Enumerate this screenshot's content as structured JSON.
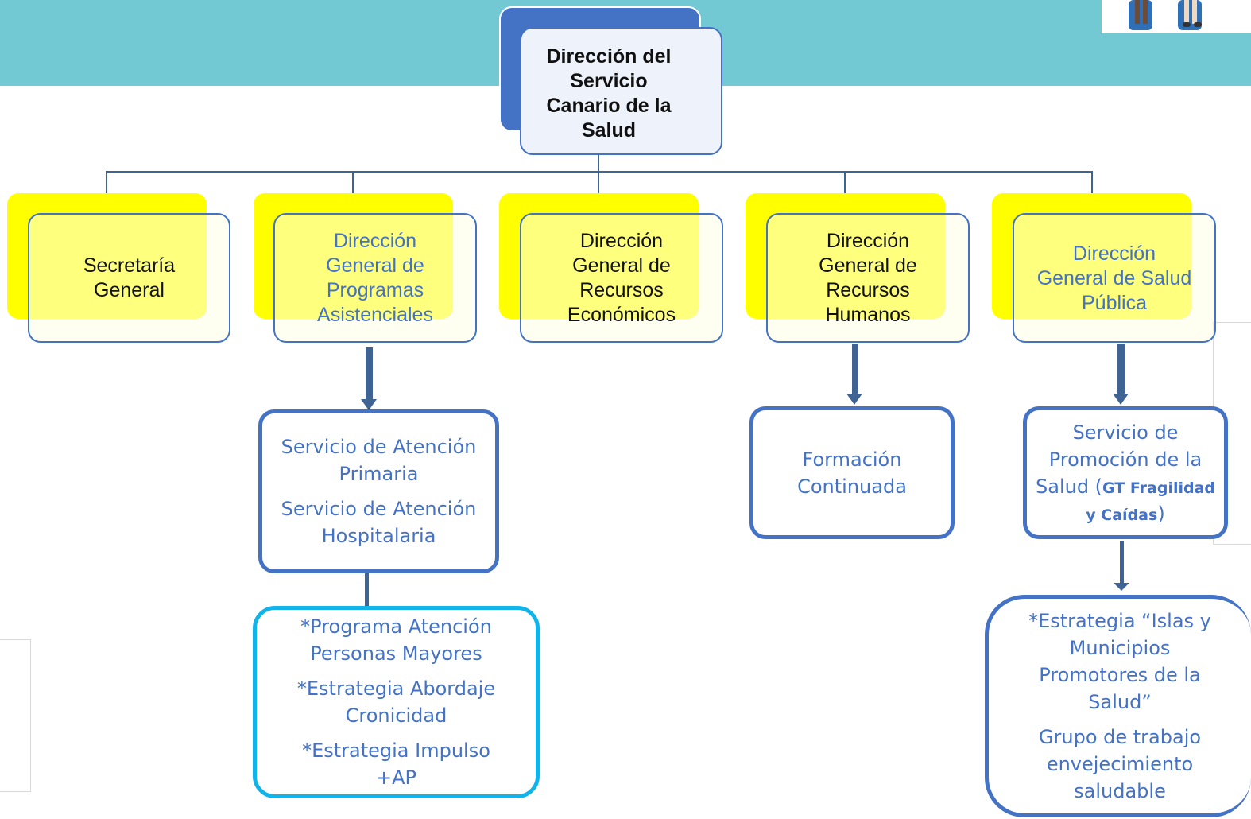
{
  "top": {
    "line1": "Dirección del",
    "line2": "Servicio",
    "line3": "Canario de la",
    "line4": "Salud"
  },
  "level1": [
    {
      "lines": [
        "Secretaría",
        "General"
      ]
    },
    {
      "lines": [
        "Dirección",
        "General de",
        "Programas",
        "Asistenciales"
      ]
    },
    {
      "lines": [
        "Dirección",
        "General de",
        "Recursos",
        "Económicos"
      ]
    },
    {
      "lines": [
        "Dirección",
        "General de",
        "Recursos",
        "Humanos"
      ]
    },
    {
      "lines": [
        "Dirección",
        "General de Salud",
        "Pública"
      ]
    }
  ],
  "servicios_asistenciales": {
    "item1": "Servicio de Atención Primaria",
    "item2": "Servicio de Atención Hospitalaria"
  },
  "programas": {
    "item1": "*Programa Atención Personas Mayores",
    "item2": "*Estrategia Abordaje Cronicidad",
    "item3": "*Estrategia Impulso +AP"
  },
  "formacion": {
    "text": "Formación Continuada"
  },
  "promocion": {
    "prefix": "Servicio de Promoción de la Salud (",
    "bold": "GT Fragilidad y Caídas",
    "suffix": ")"
  },
  "estrategias_salud_publica": {
    "item1": "*Estrategia “Islas y Municipios Promotores de la Salud”",
    "item2": "Grupo de trabajo envejecimiento saludable"
  },
  "colors": {
    "banner": "#72c9d4",
    "box_border": "#4472c4",
    "accent_yellow": "#ffff00",
    "cyan_border": "#12b3e8",
    "connector": "#3f6494"
  }
}
